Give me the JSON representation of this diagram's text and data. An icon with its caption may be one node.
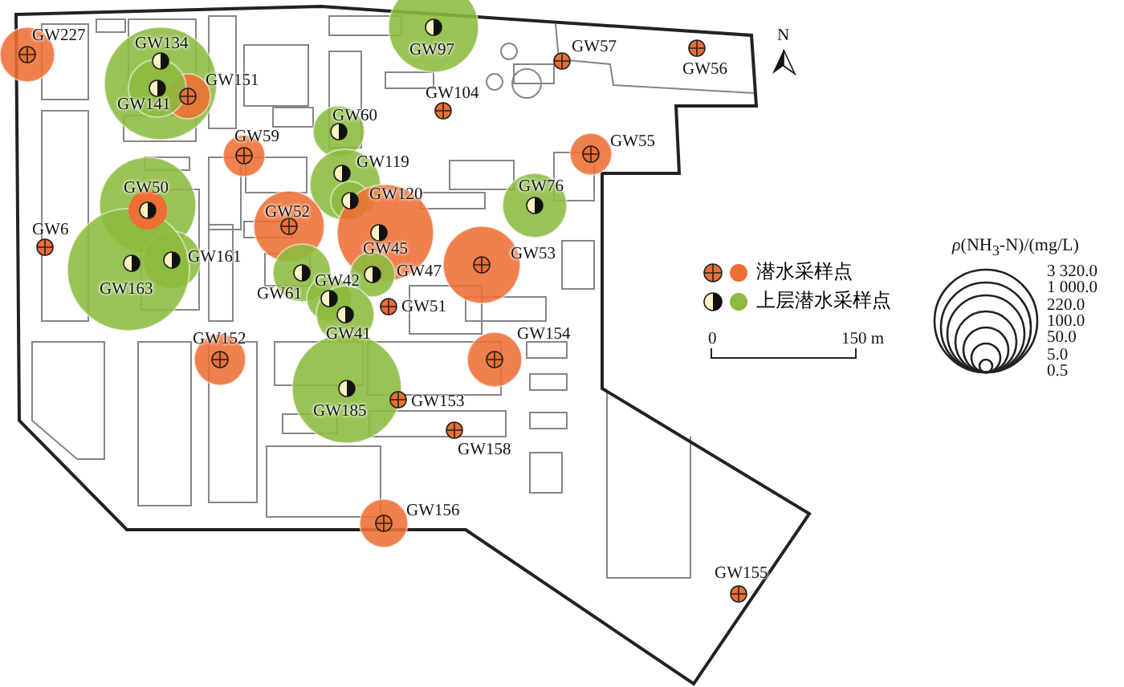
{
  "diagram": {
    "labels": [
      "GW227",
      "GW97",
      "GW134",
      "GW57",
      "GW56",
      "GW151",
      "GW141",
      "GW104",
      "GW60",
      "GW59",
      "GW55",
      "GW119",
      "GW50",
      "GW120",
      "GW76",
      "GW52",
      "GW6",
      "GW161",
      "GW45",
      "GW53",
      "GW47",
      "GW163",
      "GW61",
      "GW42",
      "GW51",
      "GW41",
      "GW154",
      "GW152",
      "GW185",
      "GW153",
      "GW158",
      "GW156",
      "GW155",
      "N",
      "0",
      "150 m",
      "*ρ*(NH$_{3}$-N)/(mg/L)",
      "3 320.0",
      "1 000.0",
      "220.0",
      "100.0",
      "50.0",
      "5.0",
      "0.5"
    ],
    "legend": [
      {
        "text": "潜水采样点",
        "color": "#ee6e34"
      },
      {
        "text": "上层潜水采样点",
        "color": "#8cbb3f"
      }
    ]
  }
}
